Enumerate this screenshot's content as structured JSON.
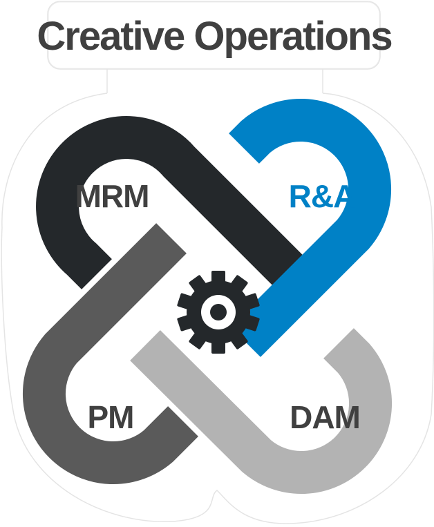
{
  "title": "Creative Operations",
  "labels": {
    "top_left": "MRM",
    "top_right": "R&A",
    "bottom_left": "PM",
    "bottom_right": "DAM"
  },
  "colors": {
    "dark": "#24282b",
    "blue": "#0081c6",
    "mid_gray": "#5a5a5a",
    "light_gray": "#b3b3b3",
    "title_text": "#404040",
    "outline": "#e4e4e4"
  },
  "icons": {
    "center": "gear-icon"
  }
}
